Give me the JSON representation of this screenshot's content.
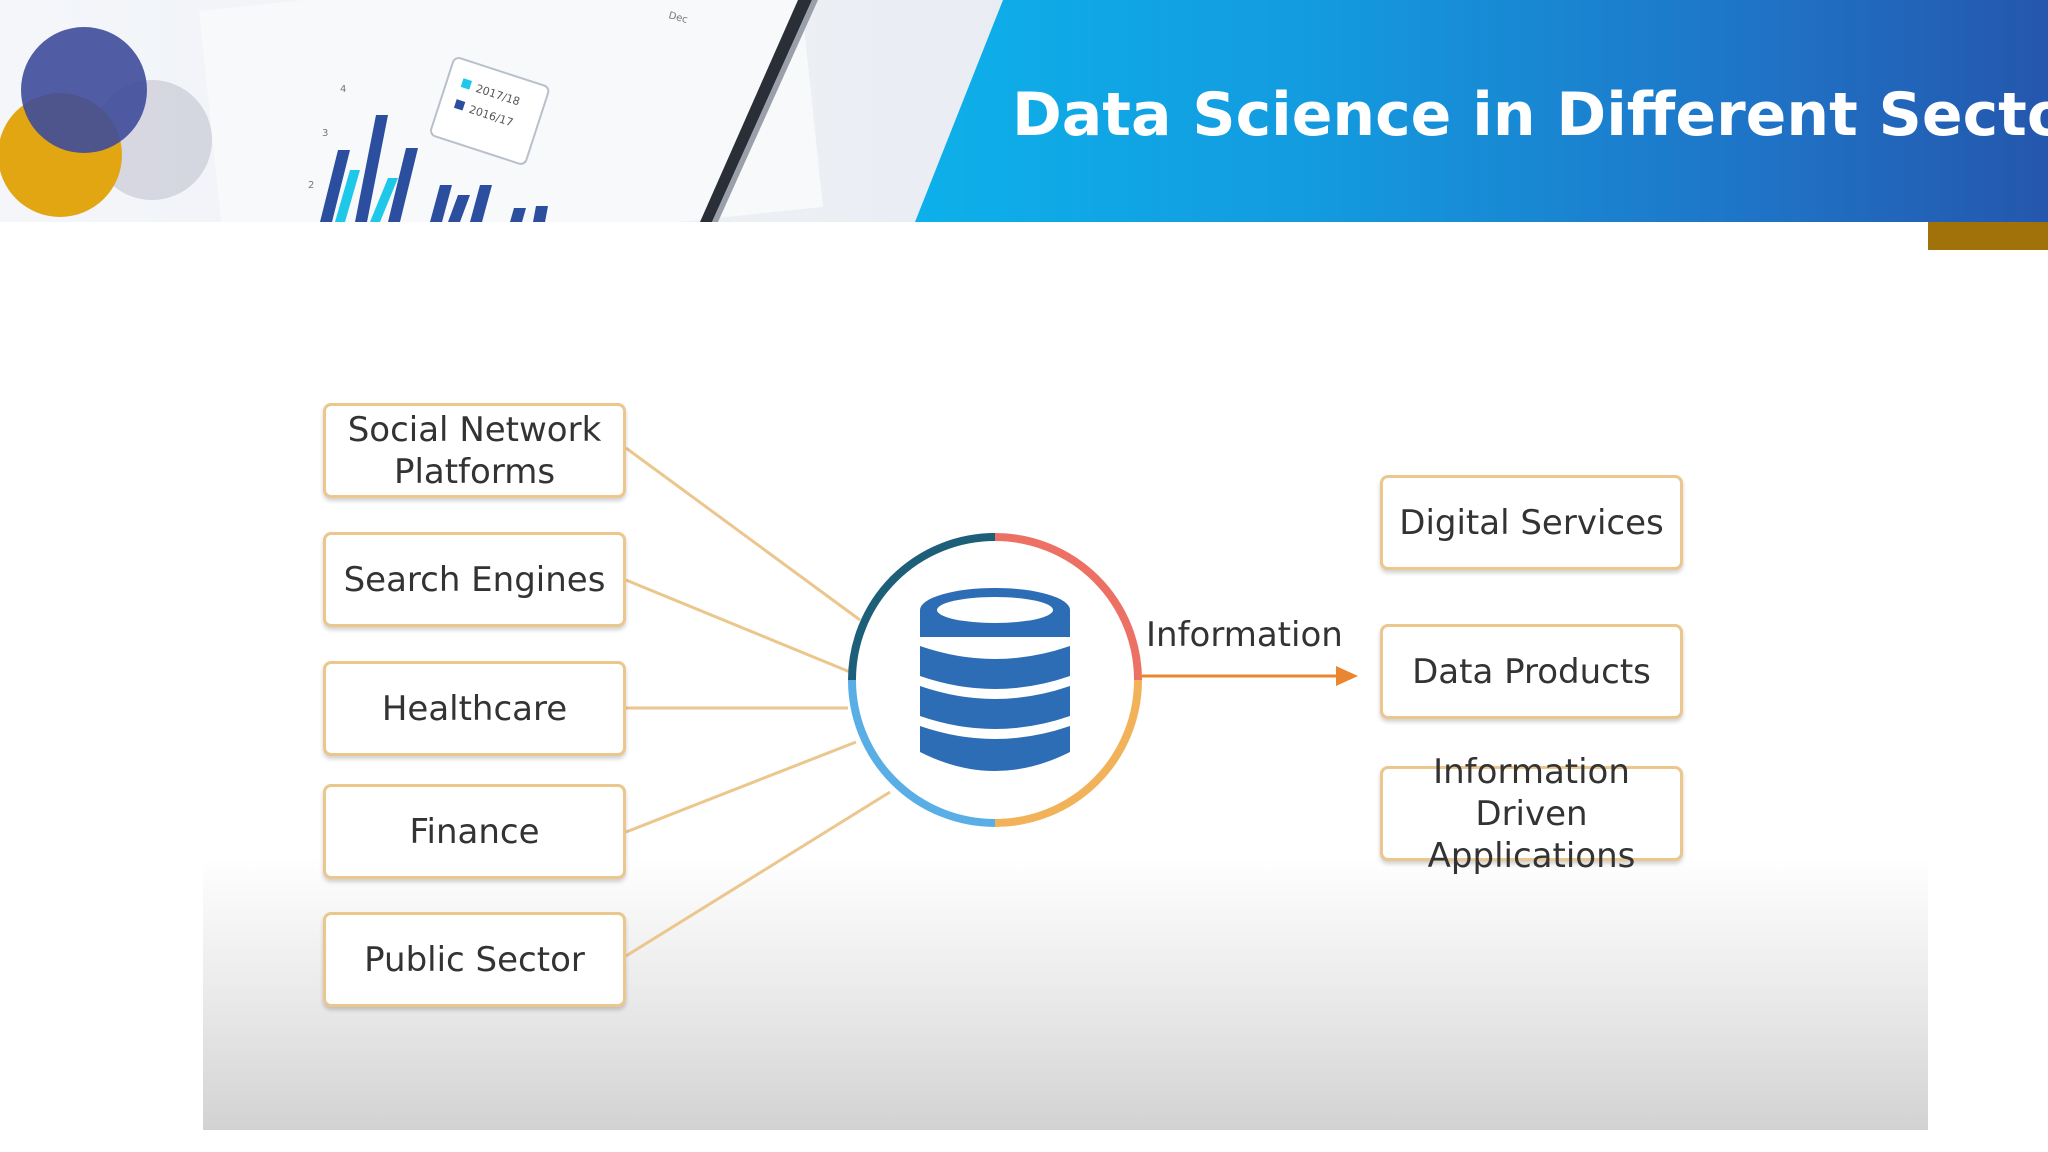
{
  "slide": {
    "title": "Data Science in Different Sectors"
  },
  "header_art": {
    "legend": [
      "2017/18",
      "2016/17"
    ],
    "axis_ticks": [
      "4",
      "3",
      "2"
    ],
    "corner_label": "Dec"
  },
  "diagram": {
    "sources": [
      "Social Network Platforms",
      "Search Engines",
      "Healthcare",
      "Finance",
      "Public Sector"
    ],
    "flow_label": "Information",
    "outputs": [
      "Digital Services",
      "Data Products",
      "Information Driven Applications"
    ],
    "hub_icon": "database-icon"
  },
  "colors": {
    "banner_start": "#0db0ea",
    "banner_end": "#2457ad",
    "box_border": "#ebc68d",
    "connector": "#ebc68d",
    "arrow": "#e9862f",
    "database": "#2c6db5",
    "ring_dark_teal": "#1d5f79",
    "ring_coral": "#ec7164",
    "ring_orange": "#f2b25a",
    "ring_blue": "#5aaee6",
    "gold_strip": "#a2720a"
  }
}
